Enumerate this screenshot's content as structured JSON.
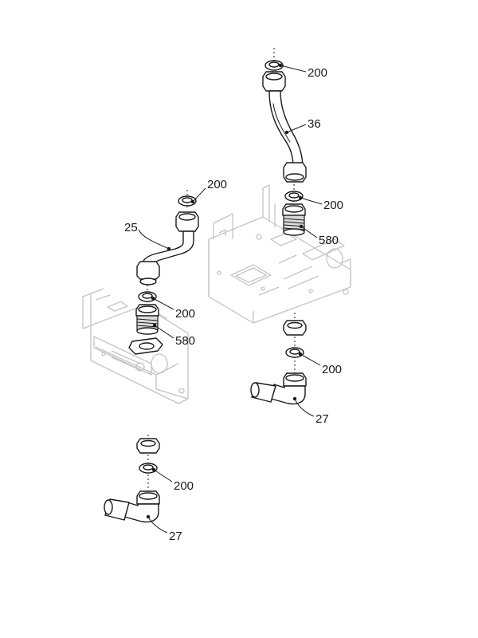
{
  "callouts": {
    "washer_top": "200",
    "pipe_36": "36",
    "washer_right_upper": "200",
    "nipple_right": "580",
    "washer_left_upper": "200",
    "pipe_25": "25",
    "washer_left_lower": "200",
    "nipple_left": "580",
    "washer_right_lower": "200",
    "elbow_right": "27",
    "washer_bottom": "200",
    "elbow_bottom": "27"
  }
}
